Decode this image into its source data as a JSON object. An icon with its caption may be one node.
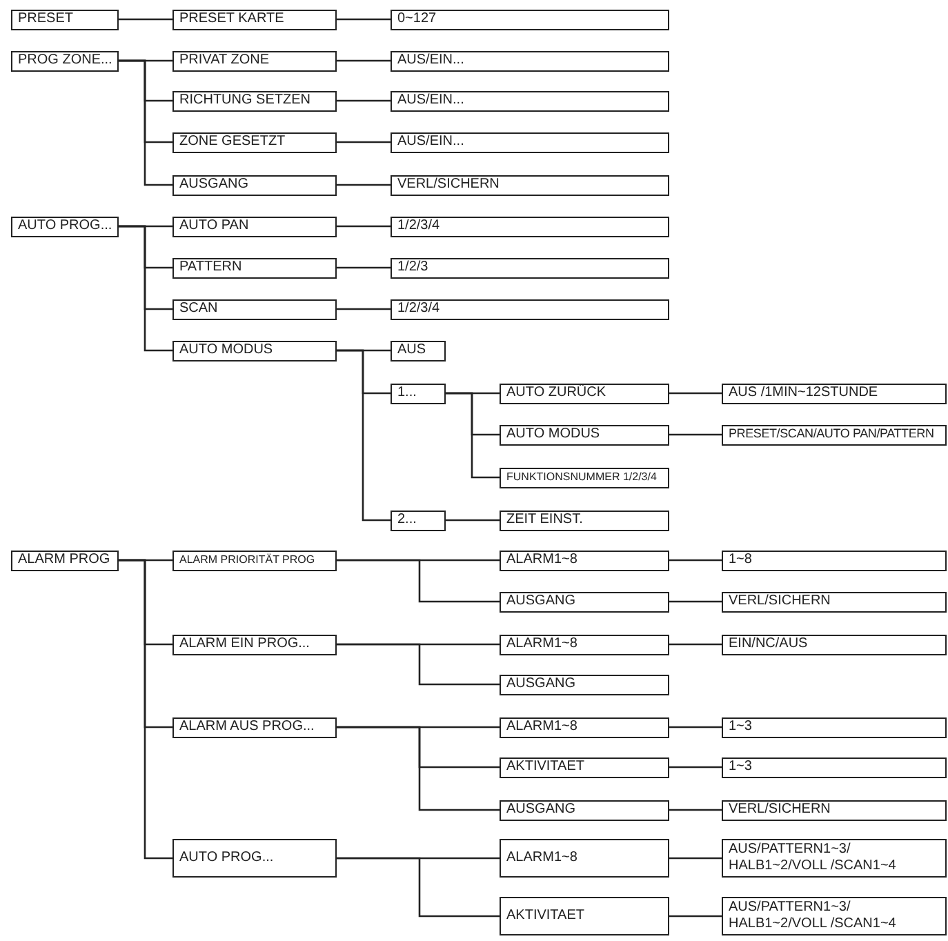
{
  "diagram": {
    "nodes": [
      {
        "text": [
          "PRESET"
        ]
      },
      {
        "text": [
          "PRESET KARTE"
        ]
      },
      {
        "text": [
          "0~127"
        ]
      },
      {
        "text": [
          "PROG ZONE..."
        ]
      },
      {
        "text": [
          "PRIVAT ZONE"
        ]
      },
      {
        "text": [
          "AUS/EIN..."
        ]
      },
      {
        "text": [
          "RICHTUNG SETZEN"
        ]
      },
      {
        "text": [
          "AUS/EIN..."
        ]
      },
      {
        "text": [
          "ZONE GESETZT"
        ]
      },
      {
        "text": [
          "AUS/EIN..."
        ]
      },
      {
        "text": [
          "AUSGANG"
        ]
      },
      {
        "text": [
          "VERL/SICHERN"
        ]
      },
      {
        "text": [
          "AUTO PROG..."
        ]
      },
      {
        "text": [
          "AUTO PAN"
        ]
      },
      {
        "text": [
          "1/2/3/4"
        ]
      },
      {
        "text": [
          "PATTERN"
        ]
      },
      {
        "text": [
          "1/2/3"
        ]
      },
      {
        "text": [
          "SCAN"
        ]
      },
      {
        "text": [
          "1/2/3/4"
        ]
      },
      {
        "text": [
          "AUTO MODUS"
        ]
      },
      {
        "text": [
          "AUS"
        ]
      },
      {
        "text": [
          "1..."
        ]
      },
      {
        "text": [
          "AUTO ZURÜCK"
        ]
      },
      {
        "text": [
          "AUS /1MIN~12STUNDE"
        ]
      },
      {
        "text": [
          "AUTO MODUS"
        ]
      },
      {
        "text": [
          "PRESET/SCAN/AUTO PAN/PATTERN"
        ]
      },
      {
        "text": [
          "FUNKTIONSNUMMER 1/2/3/4"
        ]
      },
      {
        "text": [
          "2..."
        ]
      },
      {
        "text": [
          "ZEIT EINST."
        ]
      },
      {
        "text": [
          "ALARM PROG"
        ]
      },
      {
        "text": [
          "ALARM PRIORITÄT PROG"
        ]
      },
      {
        "text": [
          "ALARM1~8"
        ]
      },
      {
        "text": [
          "1~8"
        ]
      },
      {
        "text": [
          "AUSGANG"
        ]
      },
      {
        "text": [
          "VERL/SICHERN"
        ]
      },
      {
        "text": [
          "ALARM EIN PROG..."
        ]
      },
      {
        "text": [
          "ALARM1~8"
        ]
      },
      {
        "text": [
          "EIN/NC/AUS"
        ]
      },
      {
        "text": [
          "AUSGANG"
        ]
      },
      {
        "text": [
          "ALARM AUS PROG..."
        ]
      },
      {
        "text": [
          "ALARM1~8"
        ]
      },
      {
        "text": [
          "1~3"
        ]
      },
      {
        "text": [
          "AKTIVITAET"
        ]
      },
      {
        "text": [
          "1~3"
        ]
      },
      {
        "text": [
          "AUSGANG"
        ]
      },
      {
        "text": [
          "VERL/SICHERN"
        ]
      },
      {
        "text": [
          "AUTO PROG..."
        ]
      },
      {
        "text": [
          "ALARM1~8"
        ]
      },
      {
        "text": [
          "AUS/PATTERN1~3/ HALB1~2/VOLL /SCAN1~4"
        ]
      },
      {
        "text": [
          "AKTIVITAET"
        ]
      },
      {
        "text": [
          "AUS/PATTERN1~3/ HALB1~2/VOLL /SCAN1~4"
        ]
      }
    ],
    "edges": [
      {
        "from": 0,
        "to": 1,
        "arrow": "none"
      },
      {
        "from": 1,
        "to": 2,
        "arrow": "none"
      },
      {
        "from": 3,
        "to": 4,
        "arrow": "none"
      },
      {
        "from": 4,
        "to": 5,
        "arrow": "none"
      },
      {
        "from": 3,
        "to": 6,
        "arrow": "none"
      },
      {
        "from": 6,
        "to": 7,
        "arrow": "none"
      },
      {
        "from": 3,
        "to": 8,
        "arrow": "none"
      },
      {
        "from": 8,
        "to": 9,
        "arrow": "none"
      },
      {
        "from": 3,
        "to": 10,
        "arrow": "none"
      },
      {
        "from": 10,
        "to": 11,
        "arrow": "none"
      },
      {
        "from": 12,
        "to": 13,
        "arrow": "none"
      },
      {
        "from": 13,
        "to": 14,
        "arrow": "none"
      },
      {
        "from": 12,
        "to": 15,
        "arrow": "none"
      },
      {
        "from": 15,
        "to": 16,
        "arrow": "none"
      },
      {
        "from": 12,
        "to": 17,
        "arrow": "none"
      },
      {
        "from": 17,
        "to": 18,
        "arrow": "none"
      },
      {
        "from": 12,
        "to": 19,
        "arrow": "none"
      },
      {
        "from": 19,
        "to": 20,
        "arrow": "none"
      },
      {
        "from": 19,
        "to": 21,
        "arrow": "none"
      },
      {
        "from": 21,
        "to": 22,
        "arrow": "none"
      },
      {
        "from": 22,
        "to": 23,
        "arrow": "none"
      },
      {
        "from": 21,
        "to": 24,
        "arrow": "none"
      },
      {
        "from": 24,
        "to": 25,
        "arrow": "none"
      },
      {
        "from": 21,
        "to": 26,
        "arrow": "none"
      },
      {
        "from": 19,
        "to": 27,
        "arrow": "none"
      },
      {
        "from": 27,
        "to": 28,
        "arrow": "none"
      },
      {
        "from": 29,
        "to": 30,
        "arrow": "none"
      },
      {
        "from": 30,
        "to": 31,
        "arrow": "none"
      },
      {
        "from": 31,
        "to": 32,
        "arrow": "none"
      },
      {
        "from": 30,
        "to": 33,
        "arrow": "none"
      },
      {
        "from": 33,
        "to": 34,
        "arrow": "none"
      },
      {
        "from": 29,
        "to": 35,
        "arrow": "none"
      },
      {
        "from": 35,
        "to": 36,
        "arrow": "none"
      },
      {
        "from": 36,
        "to": 37,
        "arrow": "none"
      },
      {
        "from": 35,
        "to": 38,
        "arrow": "none"
      },
      {
        "from": 29,
        "to": 39,
        "arrow": "none"
      },
      {
        "from": 39,
        "to": 40,
        "arrow": "none"
      },
      {
        "from": 40,
        "to": 41,
        "arrow": "none"
      },
      {
        "from": 39,
        "to": 42,
        "arrow": "none"
      },
      {
        "from": 42,
        "to": 43,
        "arrow": "none"
      },
      {
        "from": 39,
        "to": 44,
        "arrow": "none"
      },
      {
        "from": 44,
        "to": 45,
        "arrow": "none"
      },
      {
        "from": 29,
        "to": 46,
        "arrow": "none"
      },
      {
        "from": 46,
        "to": 47,
        "arrow": "none"
      },
      {
        "from": 47,
        "to": 48,
        "arrow": "none"
      },
      {
        "from": 46,
        "to": 49,
        "arrow": "none"
      },
      {
        "from": 49,
        "to": 50,
        "arrow": "none"
      }
    ]
  }
}
